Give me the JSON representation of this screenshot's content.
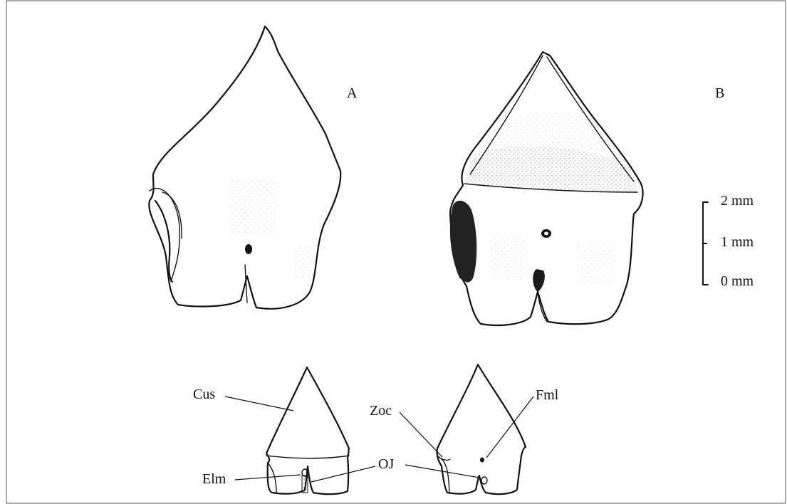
{
  "figure": {
    "panel_labels": {
      "a": "A",
      "b": "B"
    },
    "scale_bar": {
      "top": "2 mm",
      "middle": "1 mm",
      "bottom": "0 mm"
    },
    "annotations": {
      "cusp": "Cus",
      "enameloid_margin": "Elm",
      "zone_of_contact": "Zoc",
      "foramen": "Fml",
      "oj": "OJ"
    }
  }
}
